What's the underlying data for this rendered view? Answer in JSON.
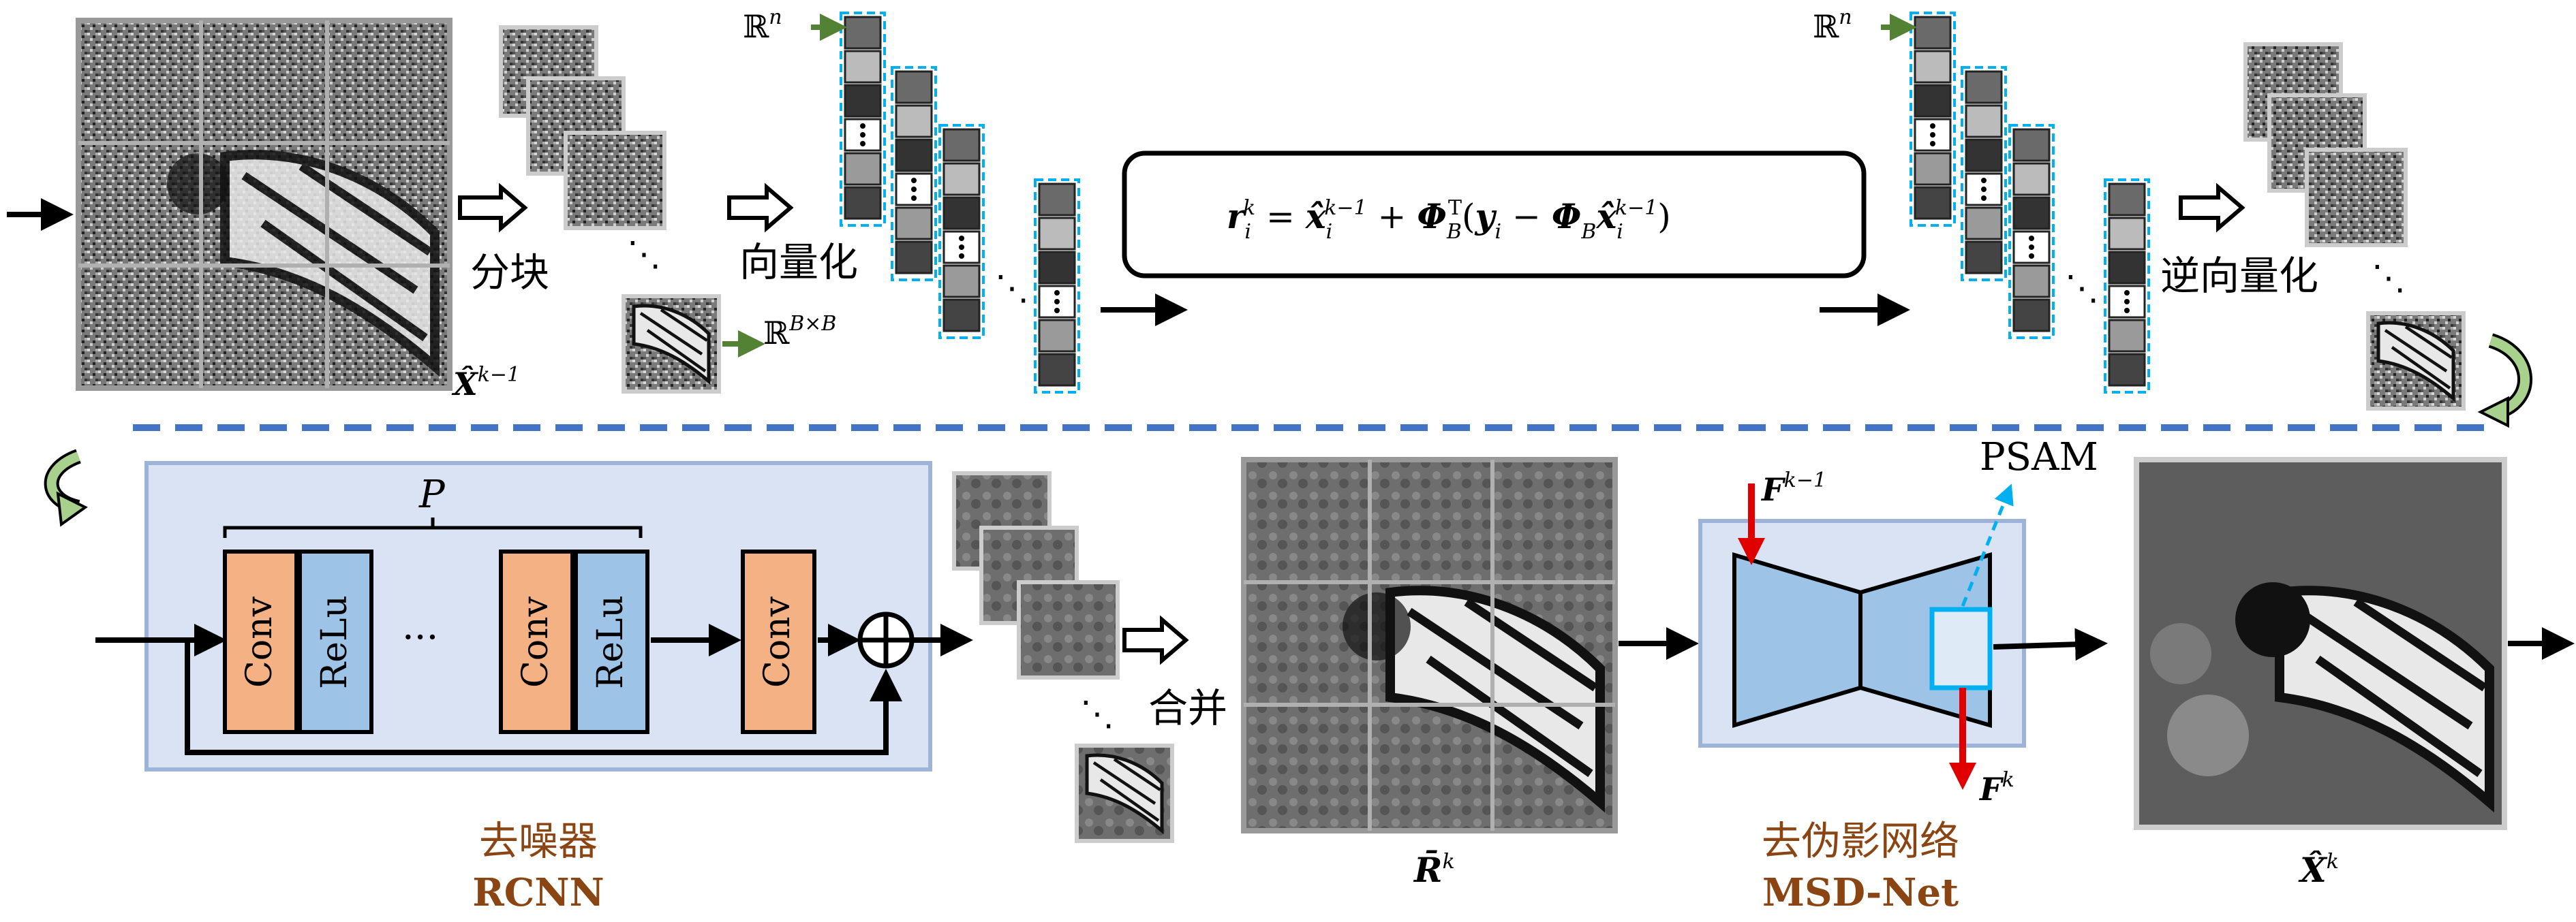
{
  "top": {
    "split_label": "分块",
    "vectorize_label": "向量化",
    "devectorize_label": "逆向量化",
    "input_estimate": "X̂",
    "input_estimate_sup": "k−1",
    "space_n": "ℝ",
    "space_n_sup": "n",
    "space_block": "ℝ",
    "space_block_sup": "B×B",
    "equation": {
      "r": "r",
      "r_sub": "i",
      "r_sup": "k",
      "eq": " = ",
      "x": "x̂",
      "x_sub": "i",
      "x_sup": "k−1",
      "plus": " + ",
      "phi": "Φ",
      "phi_sub": "B",
      "phi_sup": "T",
      "lparen": "(",
      "y": "y",
      "y_sub": "i",
      "minus": " − ",
      "phi2": "Φ",
      "phi2_sub": "B",
      "x2": "x̂",
      "x2_sub": "i",
      "x2_sup": "k−1",
      "rparen": ")"
    }
  },
  "denoiser": {
    "p_label": "P",
    "layers": [
      "Conv",
      "ReLu",
      "Conv",
      "ReLu",
      "Conv"
    ],
    "ellipsis": "···",
    "plus_symbol": "+",
    "caption_cn": "去噪器",
    "caption_en": "RCNN"
  },
  "merge_label": "合并",
  "merged": {
    "label": "R̄",
    "sup": "k"
  },
  "msd": {
    "f_in": "F",
    "f_in_sup": "k−1",
    "f_out": "F",
    "f_out_sup": "k",
    "psam": "PSAM",
    "caption_cn": "去伪影网络",
    "caption_en": "MSD-Net"
  },
  "output": {
    "label": "X̂",
    "sup": "k"
  },
  "colors": {
    "caption": "#8B4513",
    "conv": "#F4B183",
    "relu": "#9DC3E6",
    "panel": "#DAE3F3",
    "panel_border": "#9DB3D8",
    "dashed_line": "#4472C4",
    "green_arrow": "#548235",
    "red_arrow": "#E00000",
    "cyan": "#00B0F0",
    "network": "#9DC3E6"
  }
}
